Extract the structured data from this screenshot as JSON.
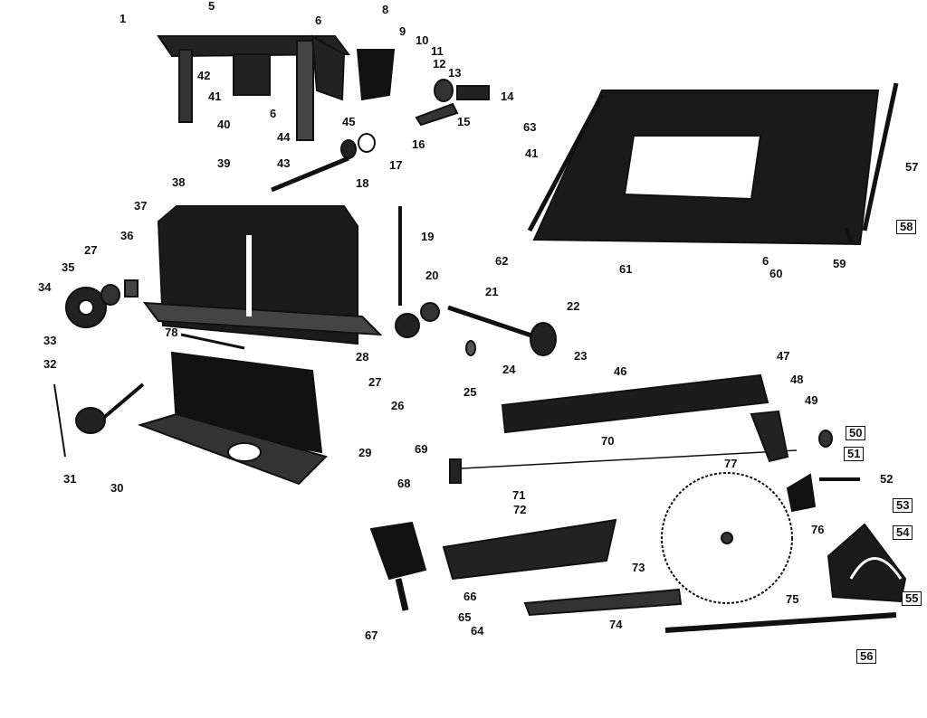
{
  "labels": {
    "l1": "1",
    "l5": "5",
    "l6a": "6",
    "l8": "8",
    "l9": "9",
    "l10": "10",
    "l11": "11",
    "l12": "12",
    "l13": "13",
    "l14": "14",
    "l15": "15",
    "l16": "16",
    "l17": "17",
    "l18": "18",
    "l19": "19",
    "l20": "20",
    "l21": "21",
    "l22": "22",
    "l23": "23",
    "l24": "24",
    "l25": "25",
    "l26": "26",
    "l27a": "27",
    "l27b": "27",
    "l28": "28",
    "l29": "29",
    "l30": "30",
    "l31": "31",
    "l32": "32",
    "l33": "33",
    "l34": "34",
    "l35": "35",
    "l36": "36",
    "l37": "37",
    "l38": "38",
    "l39": "39",
    "l40": "40",
    "l41a": "41",
    "l41b": "41",
    "l42": "42",
    "l43": "43",
    "l44": "44",
    "l45": "45",
    "l46": "46",
    "l47": "47",
    "l48": "48",
    "l49": "49",
    "l50": "50",
    "l51": "51",
    "l52": "52",
    "l53": "53",
    "l54": "54",
    "l55": "55",
    "l56": "56",
    "l57": "57",
    "l58": "58",
    "l59": "59",
    "l60": "60",
    "l61": "61",
    "l62": "62",
    "l63": "63",
    "l64": "64",
    "l65": "65",
    "l66": "66",
    "l67": "67",
    "l68": "68",
    "l69": "69",
    "l70": "70",
    "l71": "71",
    "l72": "72",
    "l73": "73",
    "l74": "74",
    "l75": "75",
    "l76": "76",
    "l77": "77",
    "l78": "78",
    "l6b": "6",
    "l6c": "6"
  }
}
